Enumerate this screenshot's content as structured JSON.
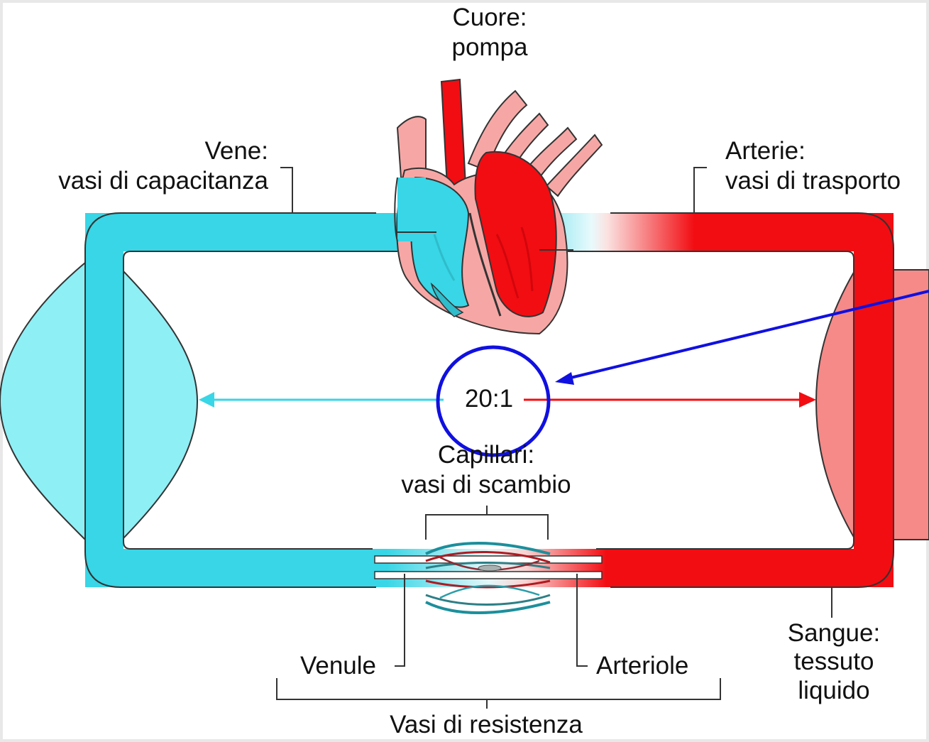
{
  "colors": {
    "vein": "#38D6E6",
    "vein_light": "#8EEFF5",
    "artery": "#F20D12",
    "artery_light": "#F58A88",
    "heart_pink": "#F6A7A5",
    "heart_dark_red": "#D1060B",
    "outline": "#333333",
    "annotation": "#1010E0",
    "frame": "#E8E8E8"
  },
  "labels": {
    "heart": {
      "line1": "Cuore:",
      "line2": "pompa"
    },
    "veins": {
      "line1": "Vene:",
      "line2": "vasi di capacitanza"
    },
    "arteries": {
      "line1": "Arterie:",
      "line2": "vasi di trasporto"
    },
    "ratio": "20:1",
    "capillaries": {
      "line1": "Capillari:",
      "line2": "vasi di scambio"
    },
    "venules": "Venule",
    "arterioles": "Arteriole",
    "blood": {
      "line1": "Sangue:",
      "line2": "tessuto",
      "line3": "liquido"
    },
    "resistance_vessels": "Vasi di resistenza"
  },
  "icons": {
    "heart": "heart-anatomical-icon",
    "annotation_circle": "circle-highlight-icon",
    "annotation_arrow": "arrow-pointer-icon"
  }
}
